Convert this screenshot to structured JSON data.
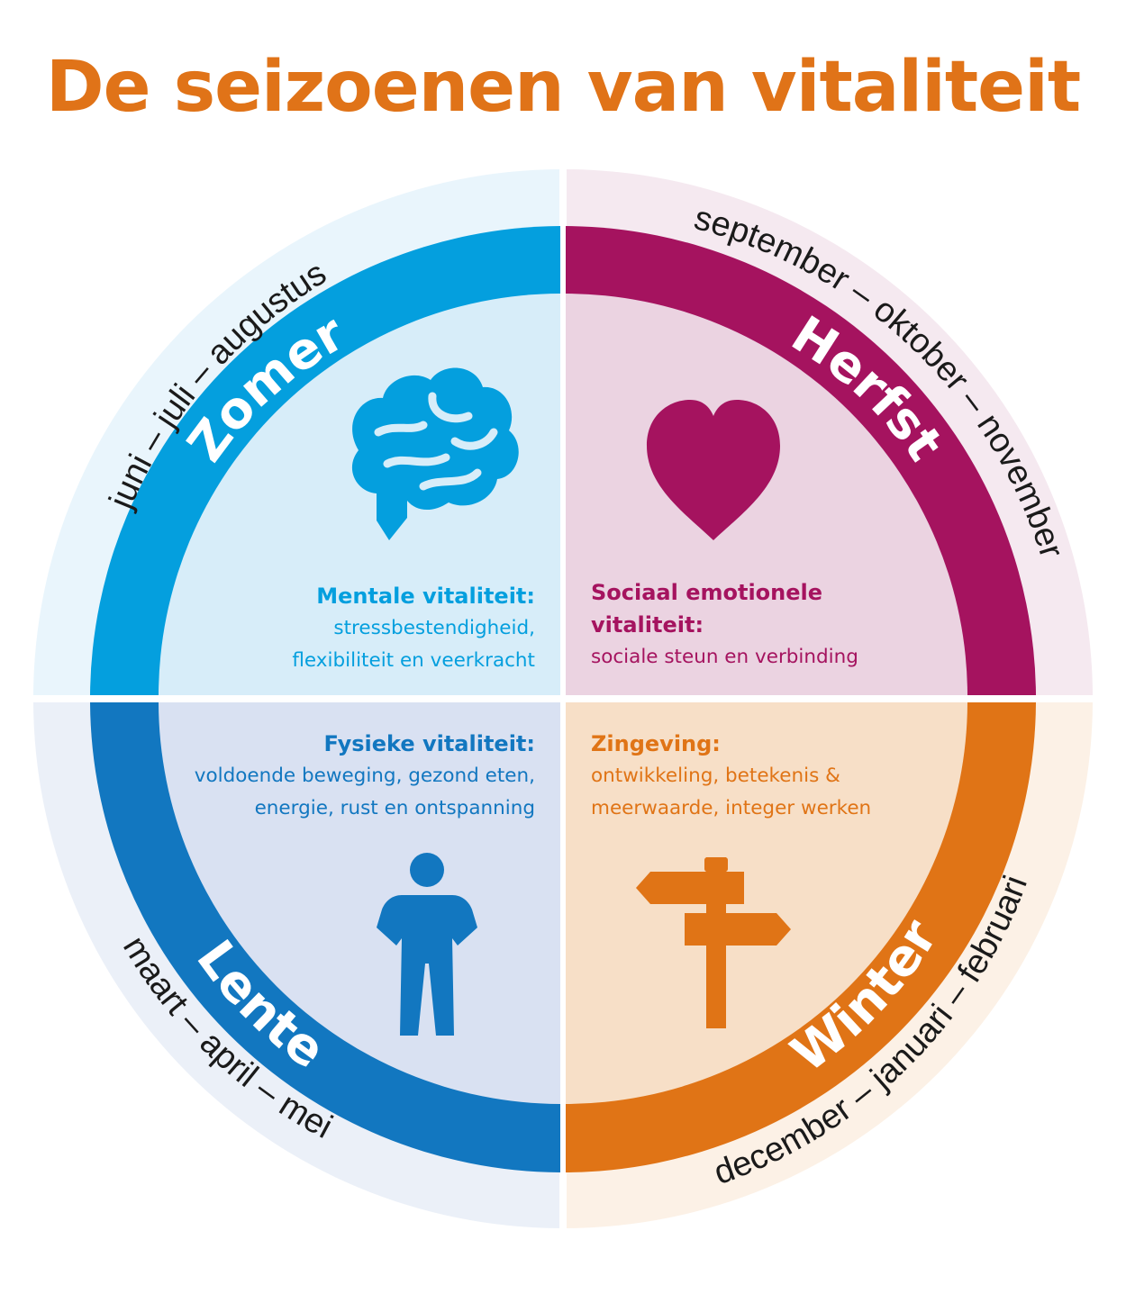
{
  "title": "De seizoenen van vitaliteit",
  "colors": {
    "title": "#e07318",
    "zomer": "#049fde",
    "herfst": "#a5135f",
    "lente": "#1277c0",
    "winter": "#e07416",
    "zomer_fill": "#d7edf9",
    "herfst_fill": "#ebd3e1",
    "lente_fill": "#d9e1f2",
    "winter_fill": "#f7dfc7",
    "zomer_outer": "#e9f5fc",
    "herfst_outer": "#f5e9f0",
    "lente_outer": "#ebf0f8",
    "winter_outer": "#fcf1e6"
  },
  "quadrants": {
    "zomer": {
      "season": "Zomer",
      "months": "juni – juli – augustus",
      "icon": "brain-icon",
      "heading": "Mentale vitaliteit:",
      "lines": [
        "stressbestendigheid,",
        "flexibiliteit en veerkracht"
      ]
    },
    "herfst": {
      "season": "Herfst",
      "months": "september – oktober – november",
      "icon": "heart-icon",
      "heading": "Sociaal emotionele",
      "heading2": "vitaliteit:",
      "lines": [
        "sociale steun en verbinding"
      ]
    },
    "lente": {
      "season": "Lente",
      "months": "maart – april – mei",
      "icon": "person-icon",
      "heading": "Fysieke vitaliteit:",
      "lines": [
        "voldoende beweging, gezond eten,",
        "energie, rust en ontspanning"
      ]
    },
    "winter": {
      "season": "Winter",
      "months": "december – januari – februari",
      "icon": "signpost-icon",
      "heading": "Zingeving:",
      "lines": [
        "ontwikkeling, betekenis &",
        "meerwaarde, integer werken"
      ]
    }
  }
}
